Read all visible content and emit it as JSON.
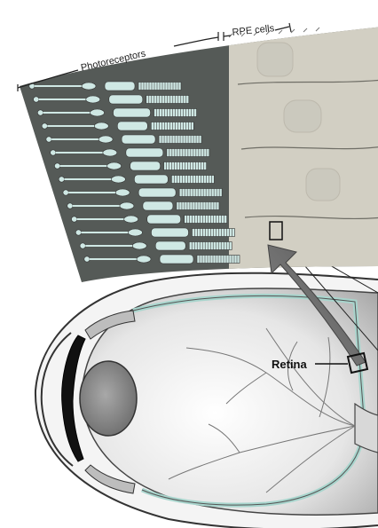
{
  "labels": {
    "photoreceptors": "Photoreceptors",
    "rpe_cells": "RPE cells",
    "retina": "Retina"
  },
  "colors": {
    "background": "#ffffff",
    "strip_dark": "#555a57",
    "rpe_tan": "#d2cfc3",
    "cell_cyan": "#cfe8e4",
    "lens_gray": "#8e8e8e",
    "retina_teal": "#a8d5cd",
    "arrow_gray": "#6a6a6a"
  }
}
